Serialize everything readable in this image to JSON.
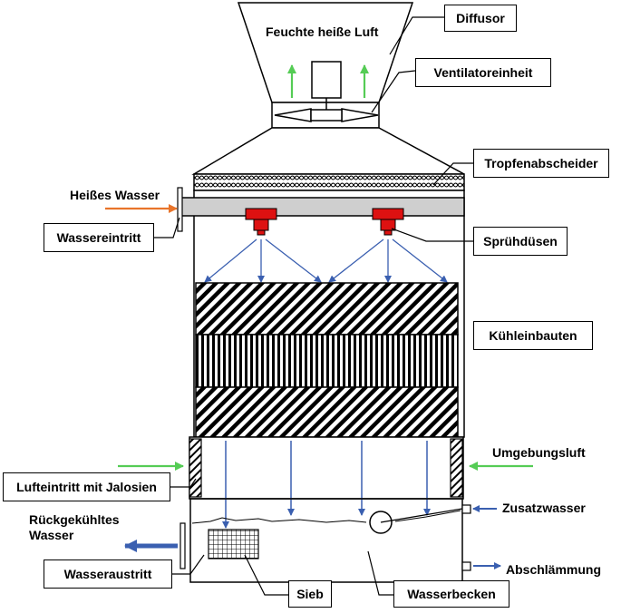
{
  "diagram": {
    "title_air": "Feuchte heiße Luft",
    "labels": {
      "diffusor": "Diffusor",
      "ventilator": "Ventilatoreinheit",
      "tropfen": "Tropfenabscheider",
      "spruehduesen": "Sprühdüsen",
      "kuehleinbauten": "Kühleinbauten",
      "wassereintritt": "Wassereintritt",
      "lufteintritt": "Lufteintritt mit Jalosien",
      "wasseraustritt": "Wasseraustritt",
      "sieb": "Sieb",
      "wasserbecken": "Wasserbecken"
    },
    "free_labels": {
      "heisses_wasser": "Heißes Wasser",
      "umgebungsluft": "Umgebungsluft",
      "zusatzwasser": "Zusatzwasser",
      "rueckgekuehltes_1": "Rückgekühltes",
      "rueckgekuehltes_2": "Wasser",
      "abschlaemmung": "Abschlämmung"
    },
    "colors": {
      "air_arrow": "#55cc55",
      "water_arrow": "#3a5fb0",
      "hot_water_arrow": "#e8742a",
      "nozzle": "#dd1111",
      "pipe": "#cfcfcf",
      "outline": "#000000"
    }
  }
}
